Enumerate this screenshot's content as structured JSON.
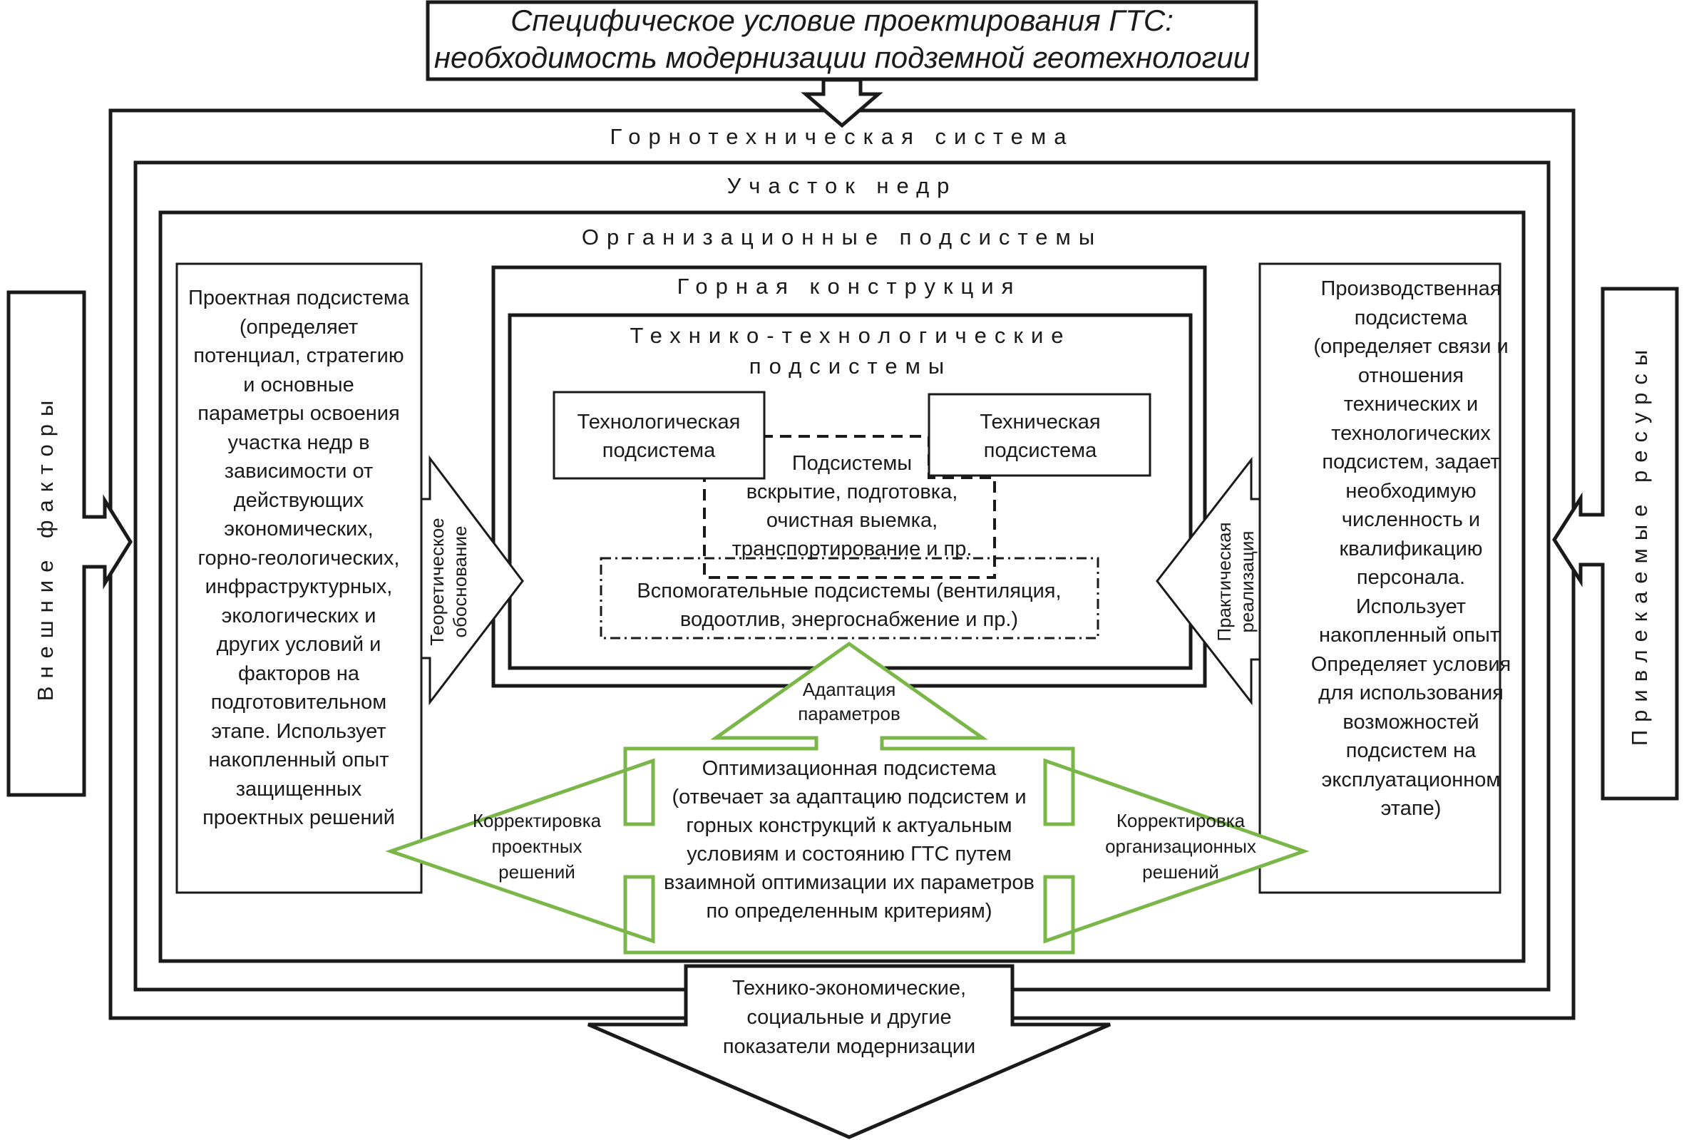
{
  "header": {
    "line1": "Специфическое условие проектирования ГТС:",
    "line2": "необходимость модернизации подземной геотехнологии"
  },
  "frames": {
    "mining_system": "Горнотехническая система",
    "subsoil_plot": "Участок недр",
    "org_subsystems": "Организационные подсистемы",
    "mining_construction": "Горная конструкция",
    "tech_subsystems_1": "Технико-технологические",
    "tech_subsystems_2": "подсистемы"
  },
  "side_arrows": {
    "left": "Внешние факторы",
    "right": "Привлекаемые ресурсы"
  },
  "project_subsystem": {
    "lines": [
      "Проектная подсистема",
      "(определяет",
      "потенциал, стратегию",
      "и основные",
      "параметры  освоения",
      "участка недр в",
      "зависимости от",
      "действующих",
      "экономических,",
      "горно-геологических,",
      "инфраструктурных,",
      "экологических и",
      "других условий и",
      "факторов на",
      "подготовительном",
      "этапе. Использует",
      "накопленный опыт",
      "защищенных",
      "проектных решений"
    ]
  },
  "production_subsystem": {
    "lines": [
      "Производственная",
      "подсистема",
      "(определяет связи и",
      "отношения",
      "технических и",
      "технологических",
      "подсистем, задает",
      "необходимую",
      "численность и",
      "квалификацию",
      "персонала.",
      "Использует",
      "накопленный опыт.",
      "Определяет условия",
      "для использования",
      "возможностей",
      "подсистем на",
      "эксплуатационном",
      "этапе)"
    ]
  },
  "theory_arrow": {
    "line1": "Теоретическое",
    "line2": "обоснование"
  },
  "practice_arrow": {
    "line1": "Практическая",
    "line2": "реализация"
  },
  "tech_box": {
    "line1": "Технологическая",
    "line2": "подсистема"
  },
  "technical_box": {
    "line1": "Техническая",
    "line2": "подсистема"
  },
  "subsystems": {
    "lines": [
      "Подсистемы",
      "вскрытие, подготовка,",
      "очистная выемка,",
      "транспортирование и пр."
    ]
  },
  "auxiliary": {
    "line1": "Вспомогательные подсистемы (вентиляция,",
    "line2": "водоотлив, энергоснабжение и пр.)"
  },
  "adaptation": {
    "line1": "Адаптация",
    "line2": "параметров"
  },
  "optimization": {
    "lines": [
      "Оптимизационная подсистема",
      "(отвечает за адаптацию  подсистем и",
      "горных конструкций к  актуальным",
      "условиям и состоянию ГТС путем",
      "взаимной оптимизации их параметров",
      "по определенным критериям)"
    ]
  },
  "correction_left": {
    "lines": [
      "Корректировка",
      "проектных",
      "решений"
    ]
  },
  "correction_right": {
    "lines": [
      "Корректировка",
      "организационных",
      "решений"
    ]
  },
  "output": {
    "lines": [
      "Технико-экономические,",
      "социальные и другие",
      "показатели модернизации"
    ]
  },
  "colors": {
    "line": "#1a1a1a",
    "green": "#7ab648"
  }
}
